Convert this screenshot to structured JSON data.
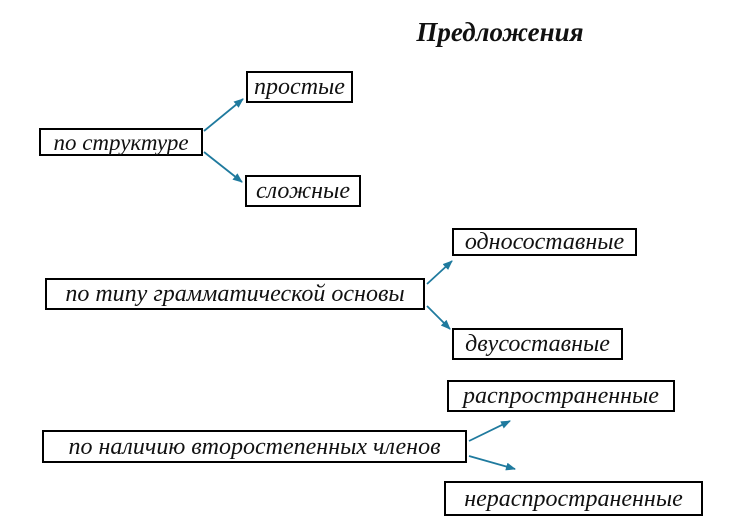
{
  "title": "Предложения",
  "diagram": {
    "groups": [
      {
        "category": "по структуре",
        "children": [
          "простые",
          "сложные"
        ]
      },
      {
        "category": "по типу грамматической основы",
        "children": [
          "односоставные",
          "двусоставные"
        ]
      },
      {
        "category": "по наличию второстепенных членов",
        "children": [
          "распространенные",
          "нераспространенные"
        ]
      }
    ]
  },
  "colors": {
    "arrow": "#1f7a9e",
    "box_border": "#000000",
    "text": "#111111",
    "background": "#ffffff"
  }
}
